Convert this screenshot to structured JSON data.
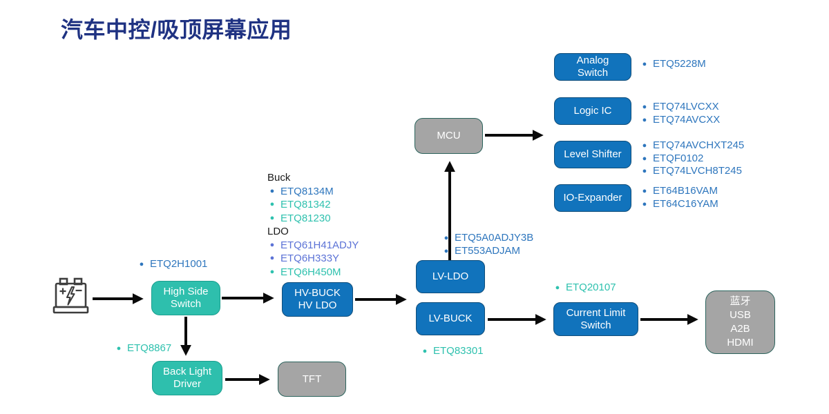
{
  "title": "汽车中控/吸顶屏幕应用",
  "blocks": {
    "analog_switch": "Analog\nSwitch",
    "logic_ic": "Logic IC",
    "level_shifter": "Level Shifter",
    "io_expander": "IO-Expander",
    "mcu": "MCU",
    "high_side_switch": "High Side\nSwitch",
    "hv_buck": "HV-BUCK\nHV LDO",
    "lv_ldo": "LV-LDO",
    "lv_buck": "LV-BUCK",
    "current_limit_switch": "Current Limit\nSwitch",
    "connectivity": "蓝牙\nUSB\nA2B\nHDMI",
    "back_light_driver": "Back Light\nDriver",
    "tft": "TFT"
  },
  "parts": {
    "analog_switch": [
      "ETQ5228M"
    ],
    "logic_ic": [
      "ETQ74LVCXX",
      "ETQ74AVCXX"
    ],
    "level_shifter": [
      "ETQ74AVCHXT245",
      "ETQF0102",
      "ETQ74LVCH8T245"
    ],
    "io_expander": [
      "ET64B16VAM",
      "ET64C16YAM"
    ],
    "buck_header": "Buck",
    "buck": [
      "ETQ8134M",
      "ETQ81342",
      "ETQ81230"
    ],
    "ldo_header": "LDO",
    "ldo": [
      "ETQ61H41ADJY",
      "ETQ6H333Y",
      "ETQ6H450M"
    ],
    "high_side_switch": [
      "ETQ2H1001"
    ],
    "lv_ldo": [
      "ETQ5A0ADJY3B",
      "ET553ADJAM"
    ],
    "lv_buck": [
      "ETQ83301"
    ],
    "current_limit_switch": [
      "ETQ20107"
    ],
    "back_light_driver": [
      "ETQ8867"
    ]
  },
  "colors": {
    "block_blue": "#1173BC",
    "block_teal": "#2EBFAD",
    "block_gray": "#A5A5A5",
    "title_navy": "#1F3282",
    "part_blue": "#2E76BD",
    "part_indigo": "#5B72D6",
    "part_teal": "#2EC1AE",
    "arrow_black": "#0A0A0A"
  }
}
